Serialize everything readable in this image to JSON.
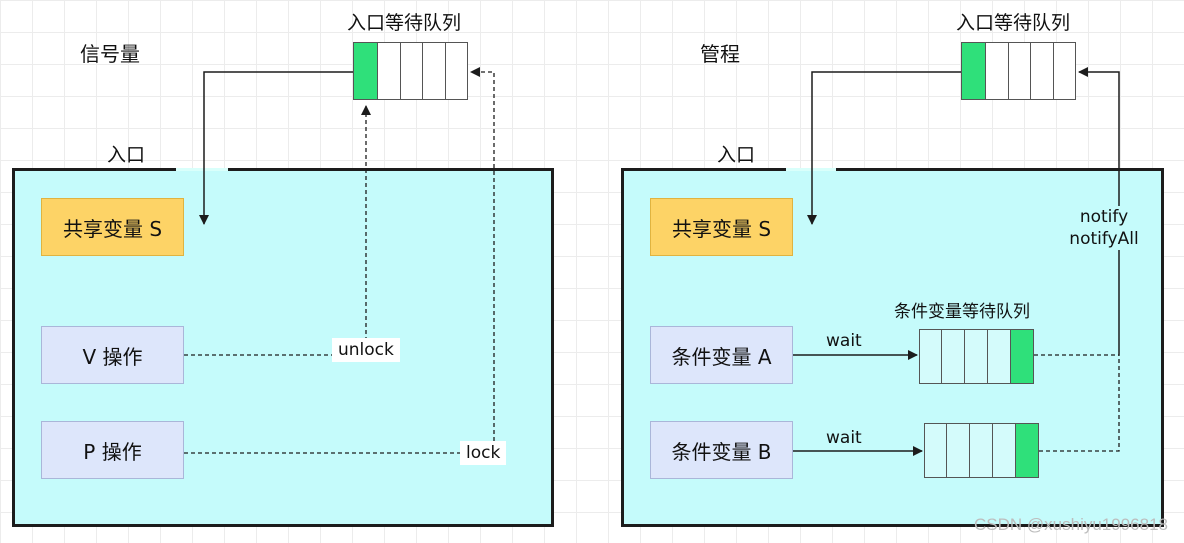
{
  "semaphore": {
    "title": "信号量",
    "entry_queue_label": "入口等待队列",
    "entry_label": "入口",
    "shared_var": "共享变量 S",
    "v_op": "V 操作",
    "p_op": "P 操作",
    "unlock": "unlock",
    "lock": "lock"
  },
  "monitor": {
    "title": "管程",
    "entry_queue_label": "入口等待队列",
    "entry_label": "入口",
    "shared_var": "共享变量 S",
    "cond_a": "条件变量 A",
    "cond_b": "条件变量 B",
    "cond_queue_label": "条件变量等待队列",
    "wait_a": "wait",
    "wait_b": "wait",
    "notify": "notify",
    "notify_all": "notifyAll"
  },
  "watermark": "CSDN @xushiyu1996818",
  "colors": {
    "panel_fill": "#c5fbfb",
    "shared_fill": "#fdd366",
    "op_fill": "#dde6fb",
    "queue_head": "#2fe07a"
  }
}
